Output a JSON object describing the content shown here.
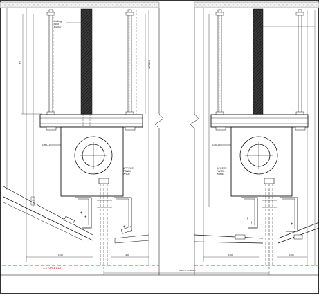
{
  "drawing": {
    "labels": {
      "ceiling_void": "Ceiling\nvoid\nbarrier",
      "dimension_a": "H",
      "dimension_b": "VARIES",
      "grille": "GRILLE",
      "access_panel": "ACCESS\nPANEL\nZONE",
      "level_tag": "+3.6m AFFL",
      "width_left_a": "1200",
      "width_left_b": "1200",
      "width_right_a": "1200",
      "width_right_b": "1200",
      "overall_width": "OVERALL WIDTH"
    },
    "colors": {
      "line": "#1a1a1a",
      "level_line": "#e04040",
      "hatch": "#222222",
      "slab": "#cccccc"
    }
  }
}
